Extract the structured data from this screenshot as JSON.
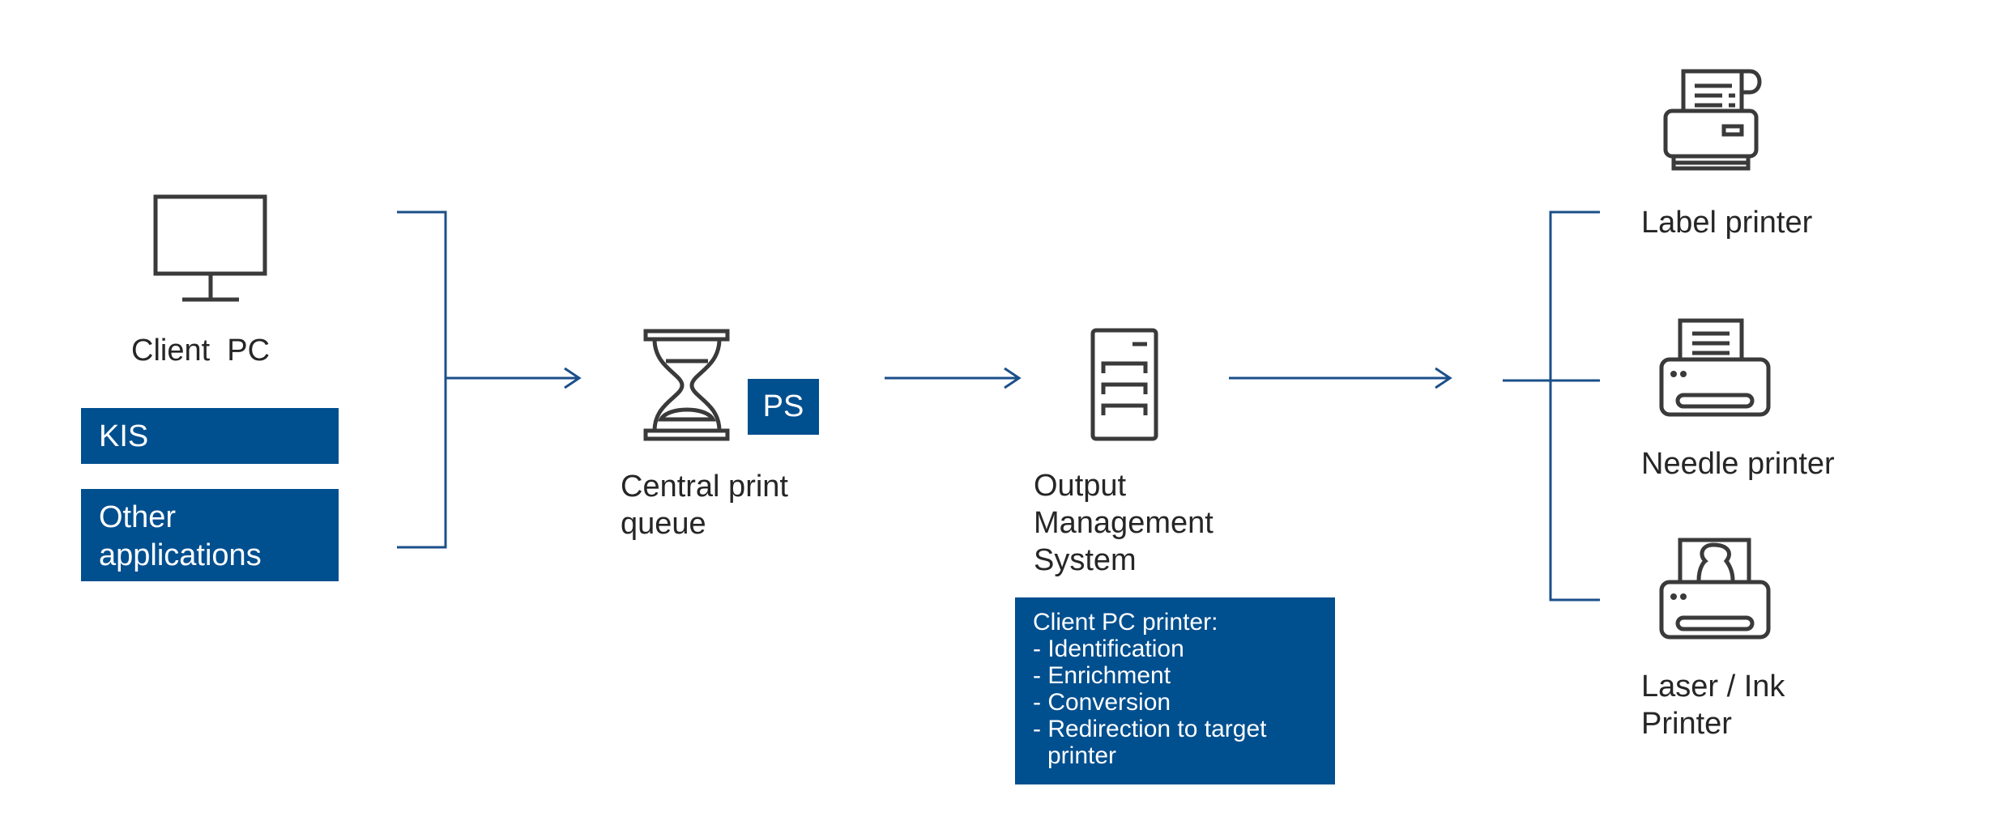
{
  "client": {
    "label": "Client  PC",
    "apps": [
      "KIS",
      "Other\napplications"
    ]
  },
  "queue": {
    "label": "Central print\nqueue",
    "badge": "PS"
  },
  "oms": {
    "label": "Output\nManagement\nSystem",
    "info_title": "Client PC printer:",
    "info_items": [
      "- Identification",
      "- Enrichment",
      "- Conversion",
      "- Redirection to target printer"
    ]
  },
  "printers": [
    "Label printer",
    "Needle printer",
    "Laser / Ink\nPrinter"
  ],
  "colors": {
    "accent": "#004f8f",
    "line": "#1b4f8a",
    "icon": "#3a3a3a"
  },
  "icons": [
    "monitor-icon",
    "hourglass-icon",
    "server-icon",
    "label-printer-icon",
    "needle-printer-icon",
    "photo-printer-icon"
  ]
}
